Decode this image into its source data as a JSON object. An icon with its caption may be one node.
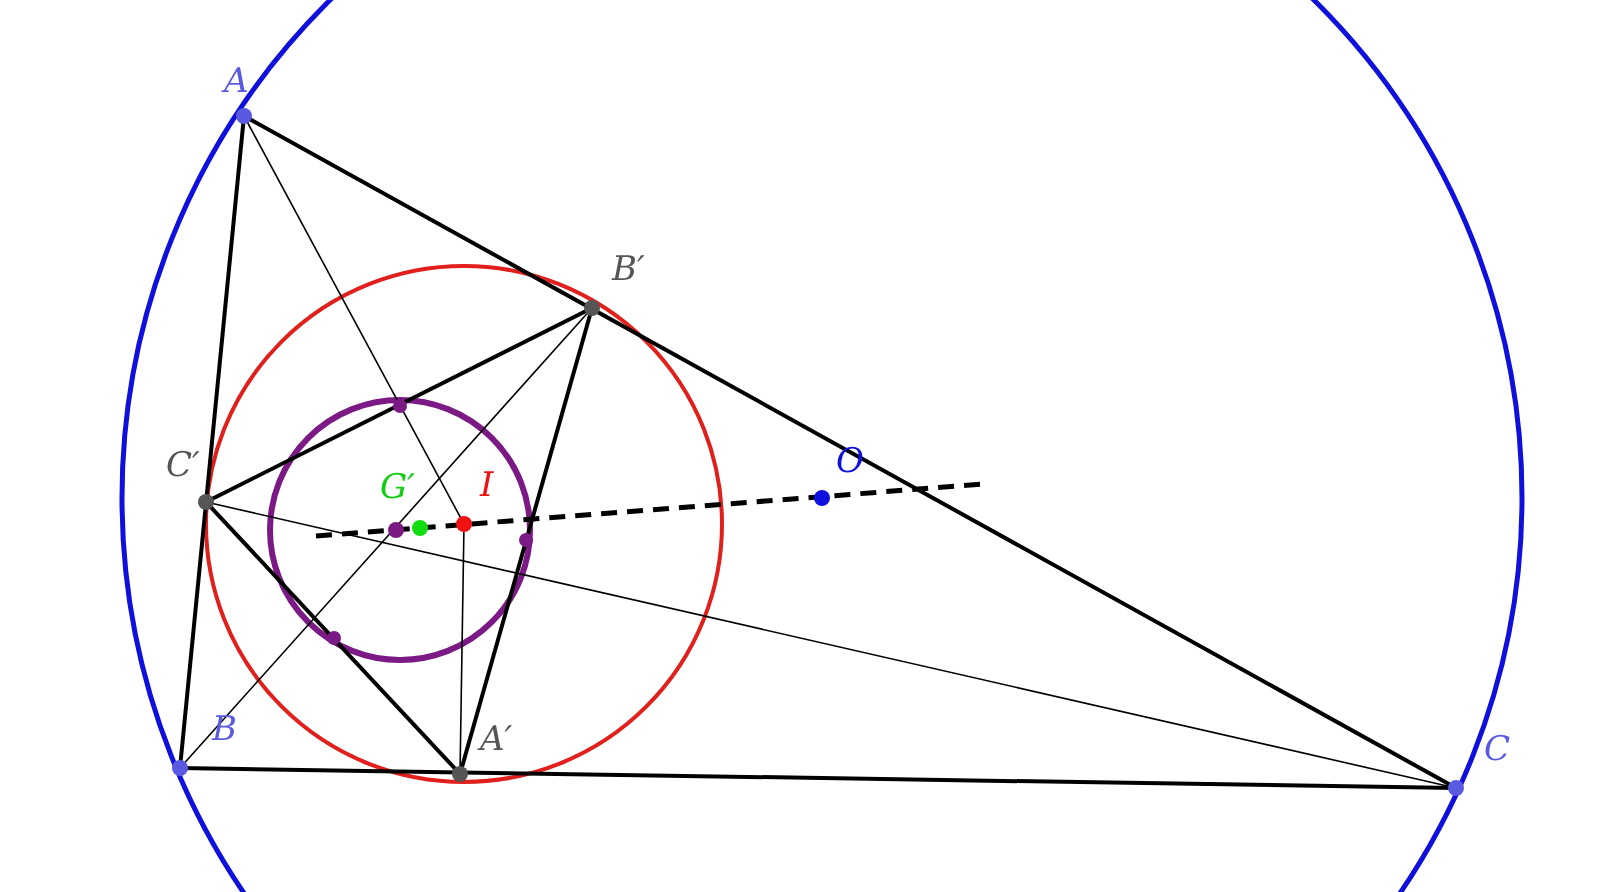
{
  "diagram": {
    "labels": [
      "A",
      "B′",
      "C′",
      "G′",
      "I",
      "O",
      "B",
      "A′",
      "C"
    ]
  }
}
